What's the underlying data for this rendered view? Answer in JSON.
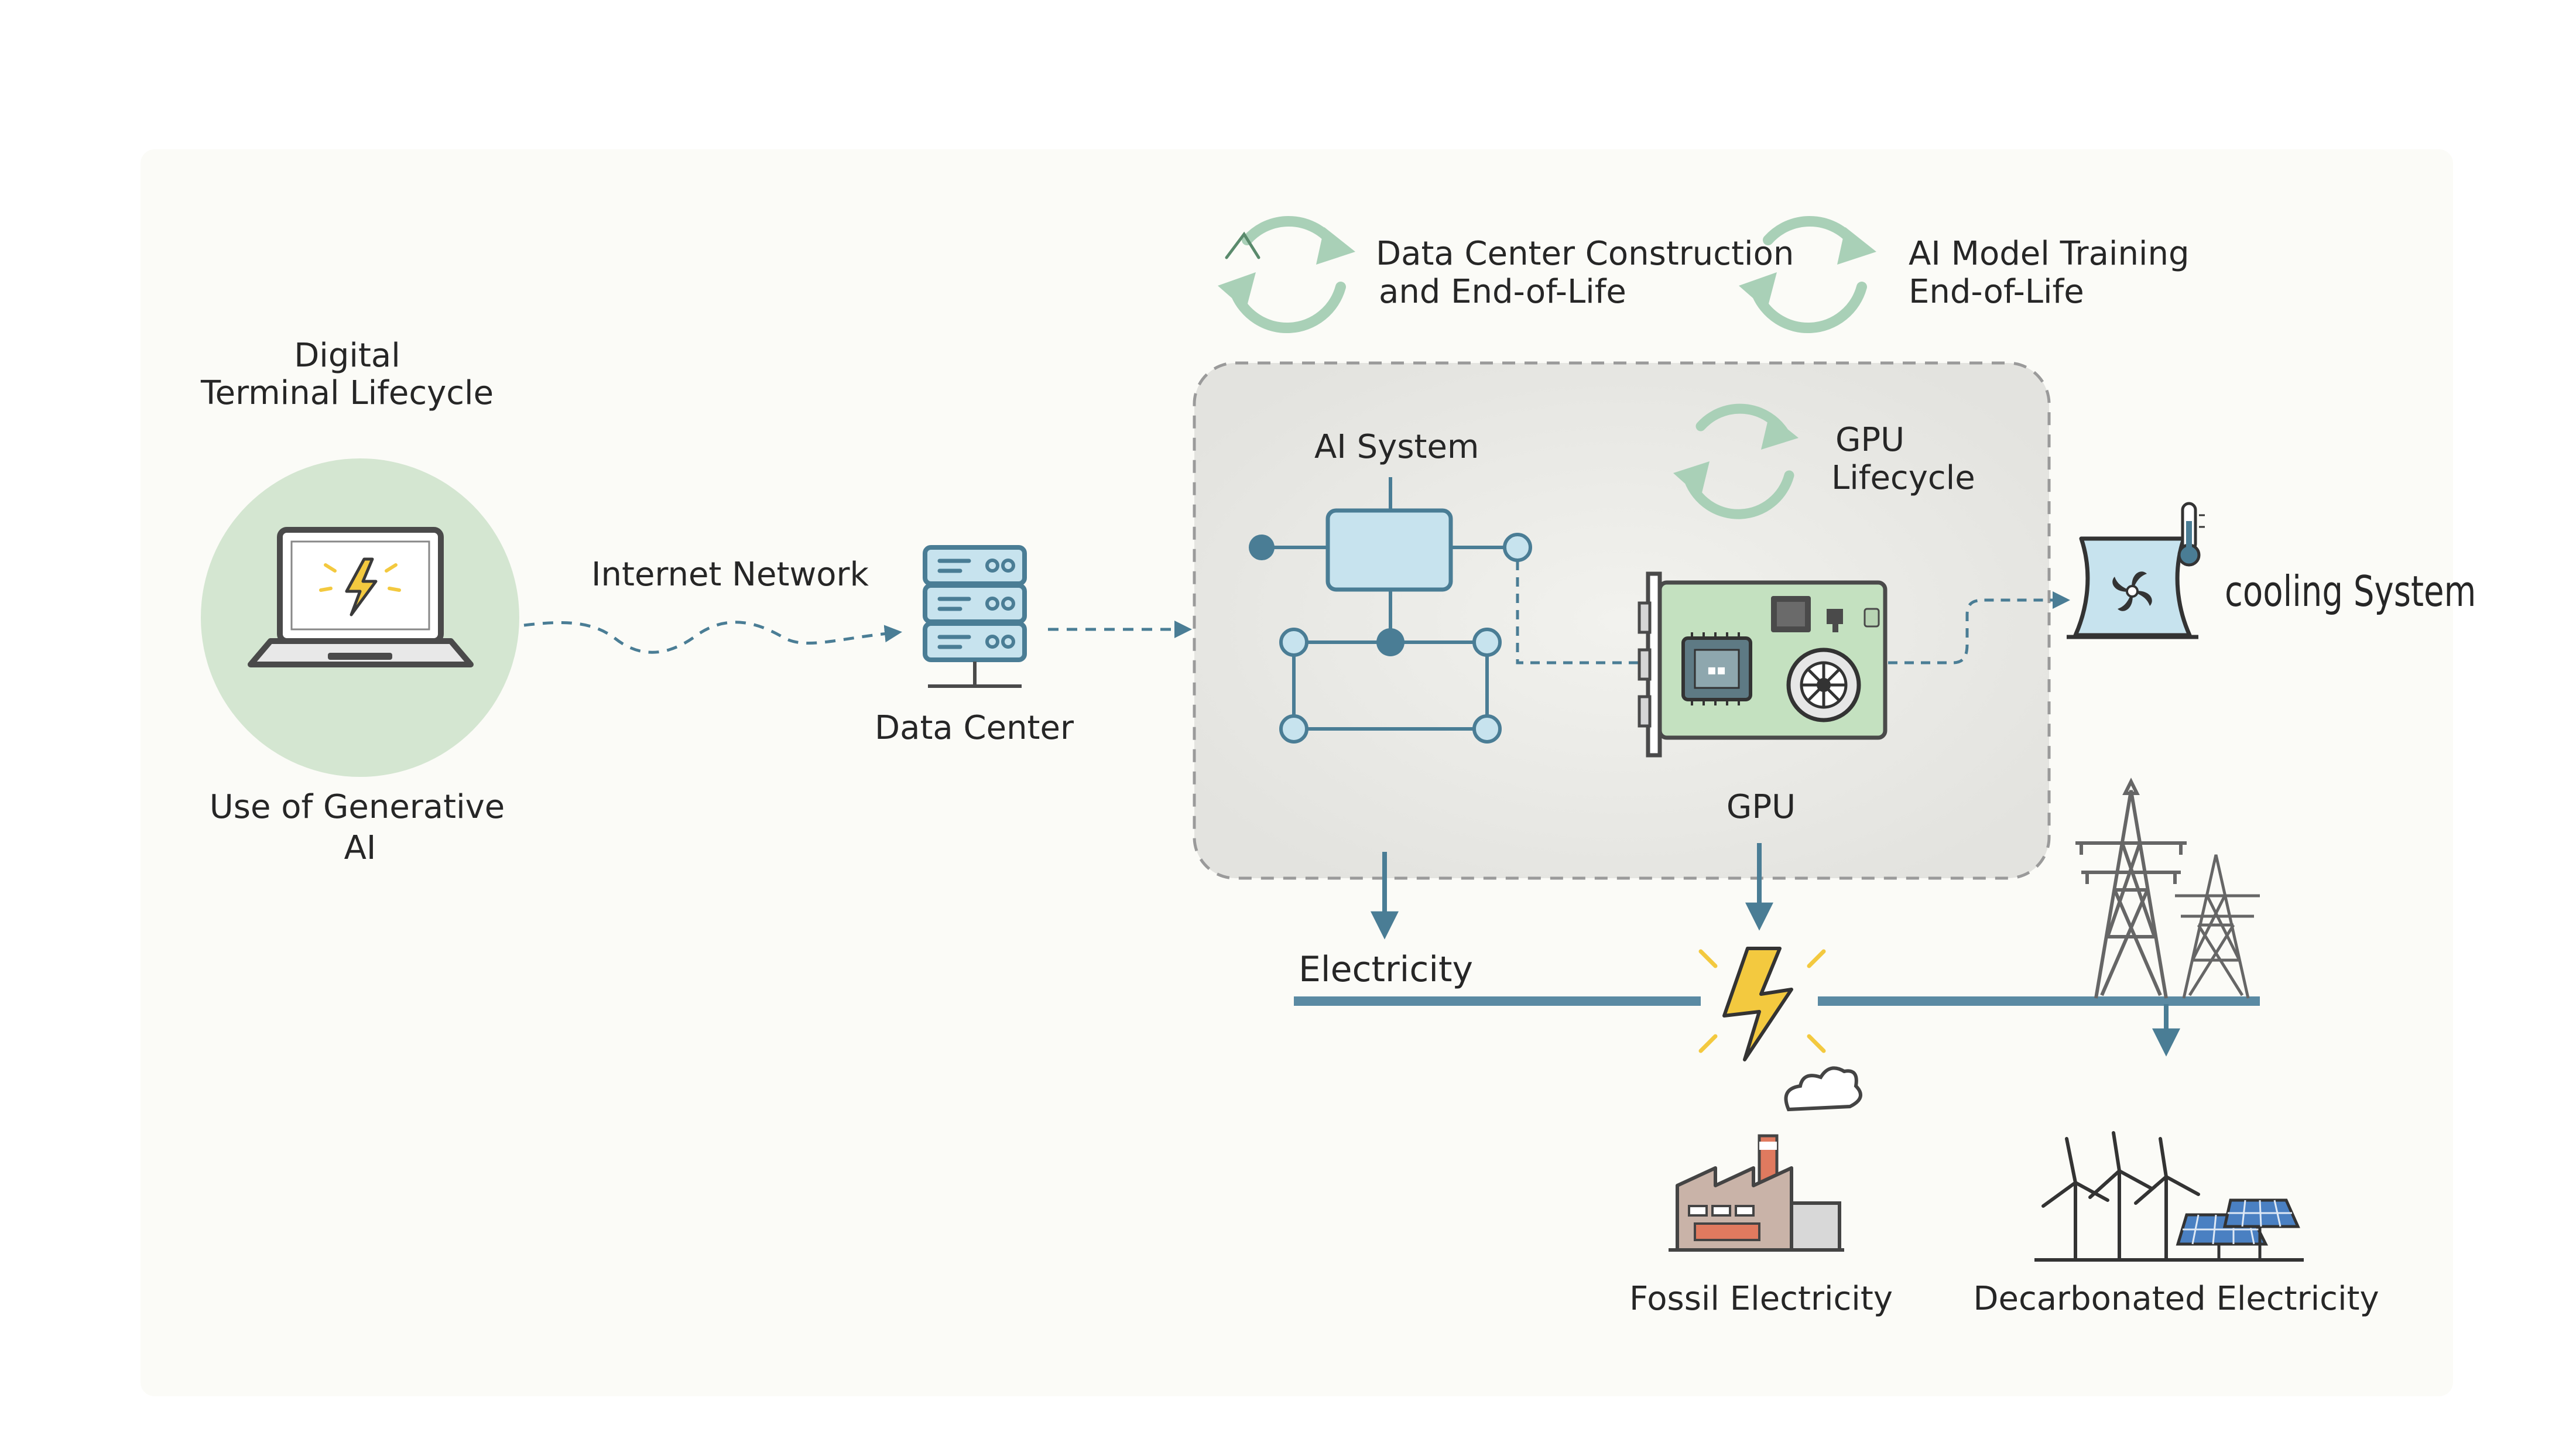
{
  "labels": {
    "digital_terminal_lifecycle_1": "Digital",
    "digital_terminal_lifecycle_2": "Terminal Lifecycle",
    "use_of_gen_ai_1": "Use of Generative",
    "use_of_gen_ai_2": "AI",
    "internet_network": "Internet Network",
    "data_center": "Data Center",
    "dc_construction_1": "Data Center Construction",
    "dc_construction_2": "and End-of-Life",
    "ai_model_training_1": "AI Model Training",
    "ai_model_training_2": "End-of-Life",
    "ai_system": "AI System",
    "gpu_lifecycle_1": "GPU",
    "gpu_lifecycle_2": "Lifecycle",
    "gpu": "GPU",
    "cooling_system": "cooling System",
    "electricity": "Electricity",
    "fossil_electricity": "Fossil Electricity",
    "decarbonated_electricity": "Decarbonated Electricity"
  },
  "colors": {
    "arrow_blue": "#4a7d95",
    "line_blue": "#5a8aa3",
    "cycle_green": "#a9d0b7",
    "laptop_circle": "#d4e6d1",
    "box_fill": "#c7e3ee",
    "gpu_board": "#c4e1c0",
    "lightning": "#f3c93f",
    "dashed_box_fill": "#ebebe7"
  },
  "icons": [
    "laptop-icon",
    "server-icon",
    "recycle-icon",
    "network-graph-icon",
    "gpu-card-icon",
    "cooling-tower-icon",
    "thermometer-icon",
    "lightning-icon",
    "power-tower-icon",
    "factory-icon",
    "wind-turbine-icon",
    "solar-panel-icon"
  ]
}
